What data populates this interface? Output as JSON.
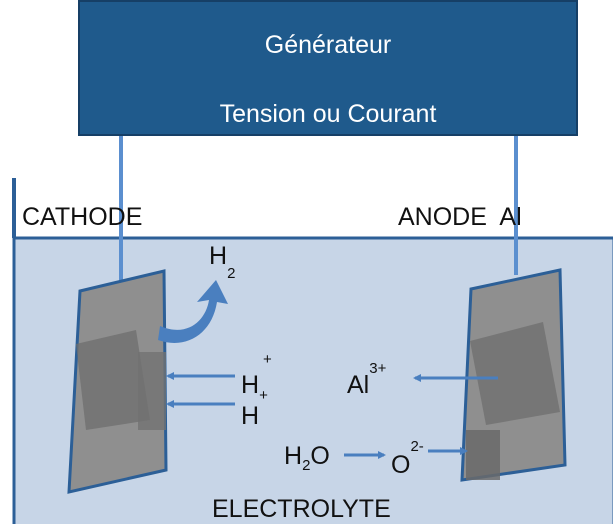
{
  "generator": {
    "title": "Générateur",
    "subtitle": "Tension ou Courant",
    "color": "#1f5a8c"
  },
  "labels": {
    "cathode": "CATHODE",
    "anode": "ANODE  Al",
    "electrolyte": "ELECTROLYTE"
  },
  "species": {
    "h2": {
      "base": "H",
      "sub": "2"
    },
    "hplus_top": {
      "base": "H",
      "sup": "+",
      "sub": "+"
    },
    "hplus_bottom": {
      "base": "H"
    },
    "al": {
      "base": "Al",
      "sup": "3+"
    },
    "water": {
      "base": "H",
      "sub": "2",
      "tail": "O"
    },
    "oxide": {
      "base": "O",
      "sup": "2-"
    }
  },
  "colors": {
    "electrolyte": "#c7d5e7",
    "border": "#2c5f97",
    "wire": "#5b8fcf",
    "arrow": "#4a7fbf",
    "electrode": "#8f8f8f",
    "electrode_patch": "#6e6e6e"
  },
  "icons": {
    "reaction_arrow": "right-arrow-icon",
    "gas_arrow": "curved-up-arrow-icon"
  }
}
